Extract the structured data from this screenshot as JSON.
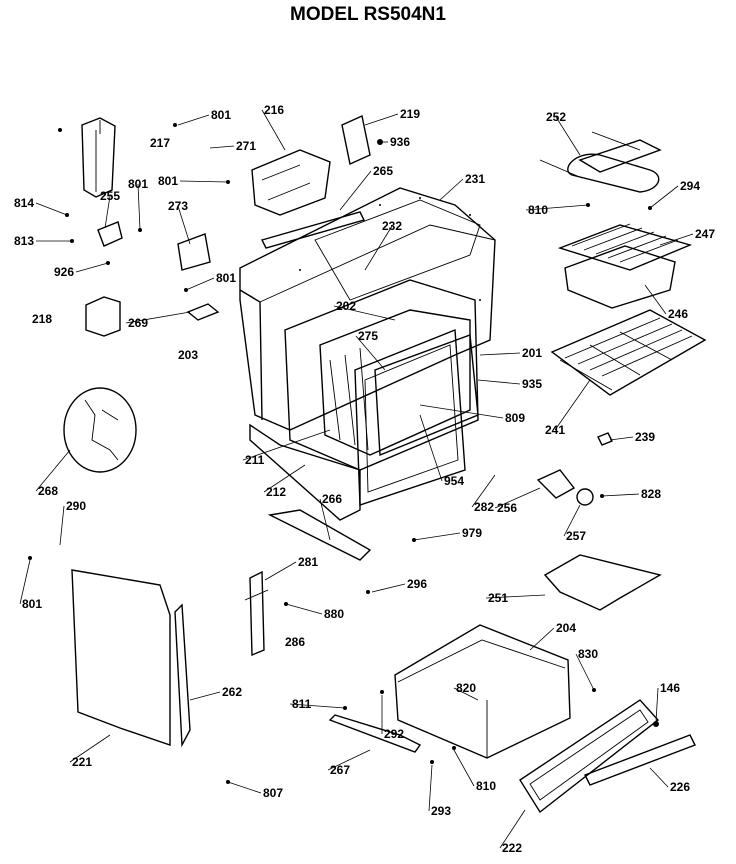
{
  "title": "MODEL RS504N1",
  "parts": [
    "801",
    "217",
    "216",
    "271",
    "219",
    "936",
    "801",
    "814",
    "255",
    "813",
    "926",
    "801",
    "273",
    "801",
    "265",
    "231",
    "232",
    "252",
    "294",
    "810",
    "247",
    "246",
    "241",
    "218",
    "269",
    "203",
    "202",
    "275",
    "201",
    "935",
    "809",
    "239",
    "211",
    "212",
    "954",
    "282",
    "256",
    "828",
    "257",
    "268",
    "290",
    "266",
    "979",
    "801",
    "281",
    "296",
    "880",
    "286",
    "251",
    "204",
    "830",
    "262",
    "811",
    "820",
    "146",
    "292",
    "221",
    "267",
    "810",
    "293",
    "226",
    "807",
    "222"
  ]
}
